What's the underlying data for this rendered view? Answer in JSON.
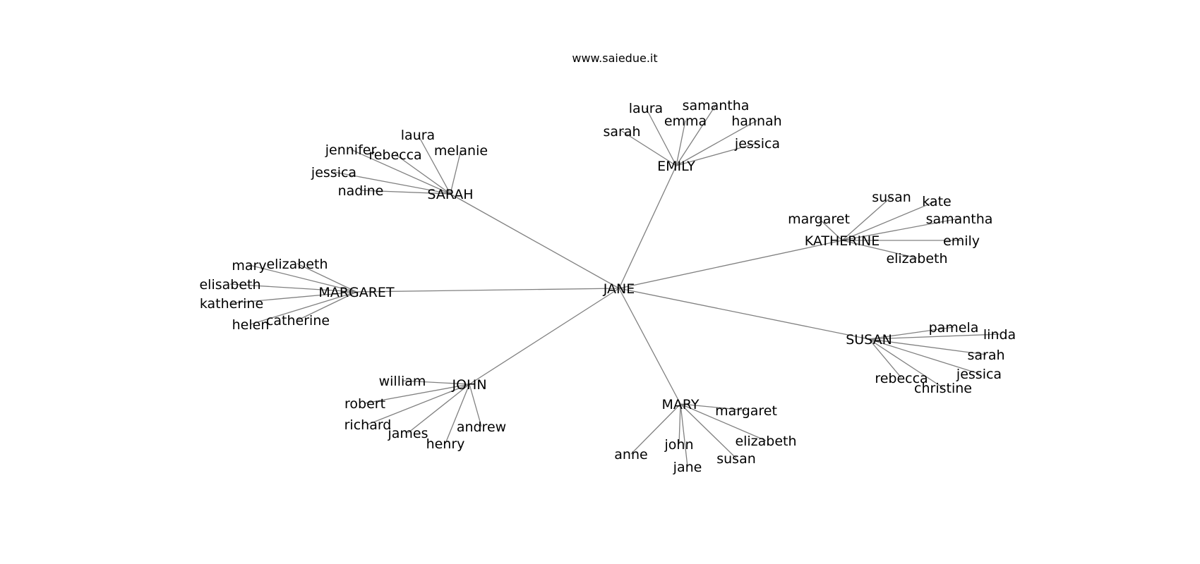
{
  "title": "www.saiedue.it",
  "colors": {
    "edge": "#808080",
    "text": "#000000",
    "background": "#ffffff"
  },
  "root": "JANE",
  "groups": [
    {
      "id": "sarah",
      "label": "SARAH",
      "children": [
        "laura",
        "melanie",
        "jennifer",
        "rebecca",
        "jessica",
        "nadine"
      ]
    },
    {
      "id": "emily",
      "label": "EMILY",
      "children": [
        "laura",
        "samantha",
        "emma",
        "hannah",
        "sarah",
        "jessica"
      ]
    },
    {
      "id": "katherine",
      "label": "KATHERINE",
      "children": [
        "susan",
        "kate",
        "margaret",
        "samantha",
        "emily",
        "elizabeth"
      ]
    },
    {
      "id": "margaret",
      "label": "MARGARET",
      "children": [
        "mary",
        "elizabeth",
        "elisabeth",
        "katherine",
        "helen",
        "catherine"
      ]
    },
    {
      "id": "susan",
      "label": "SUSAN",
      "children": [
        "pamela",
        "linda",
        "sarah",
        "jessica",
        "rebecca",
        "christine"
      ]
    },
    {
      "id": "john",
      "label": "JOHN",
      "children": [
        "william",
        "robert",
        "richard",
        "james",
        "henry",
        "andrew"
      ]
    },
    {
      "id": "mary",
      "label": "MARY",
      "children": [
        "margaret",
        "anne",
        "john",
        "elizabeth",
        "jane",
        "susan"
      ]
    }
  ]
}
